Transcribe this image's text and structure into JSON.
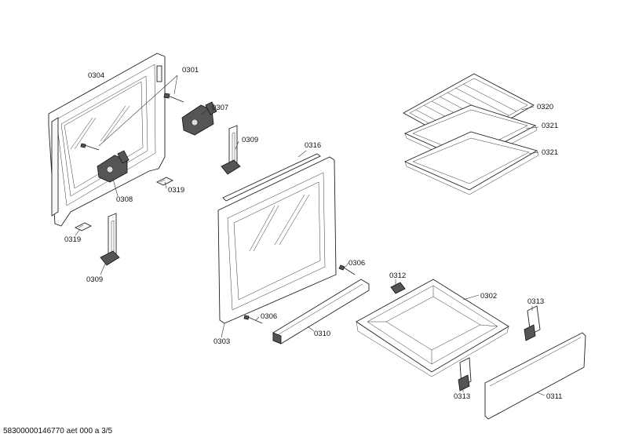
{
  "labels": {
    "p0304": "0304",
    "p0301": "0301",
    "p0307": "0307",
    "p0309a": "0309",
    "p0316": "0316",
    "p0320": "0320",
    "p0321a": "0321",
    "p0321b": "0321",
    "p0308": "0308",
    "p0319a": "0319",
    "p0319b": "0319",
    "p0309b": "0309",
    "p0306a": "0306",
    "p0306b": "0306",
    "p0312": "0312",
    "p0302": "0302",
    "p0313a": "0313",
    "p0313b": "0313",
    "p0303": "0303",
    "p0310": "0310",
    "p0311": "0311"
  },
  "footer": "58300000146770 aet 000 a 3/5"
}
